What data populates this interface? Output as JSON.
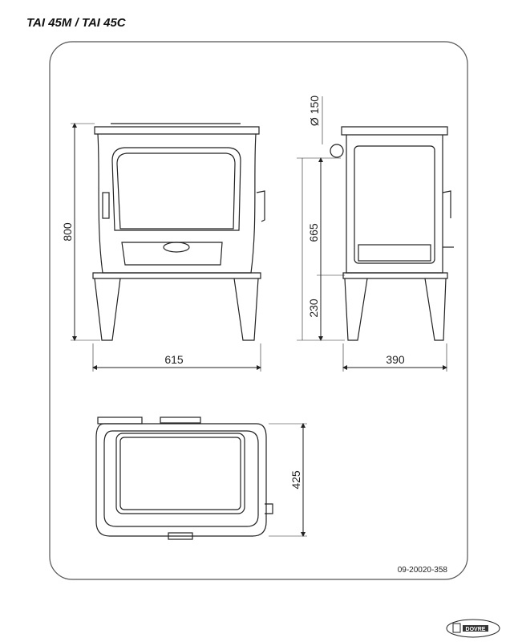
{
  "title": "TAI 45M / TAI 45C",
  "dimensions": {
    "height": "800",
    "width": "615",
    "flue_height": "665",
    "flue_diameter": "Ø 150",
    "leg_height": "230",
    "depth": "390",
    "top_depth": "425"
  },
  "reference": "09-20020-358",
  "logo": {
    "text": "DOVRE"
  },
  "colors": {
    "line": "#222222",
    "frame": "#555555"
  }
}
